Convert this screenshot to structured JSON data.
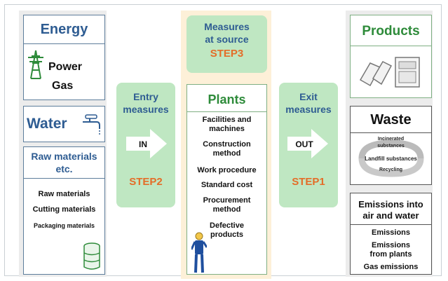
{
  "left": {
    "energy": {
      "title": "Energy",
      "items": [
        "Power",
        "Gas"
      ]
    },
    "water": {
      "title": "Water"
    },
    "raw_materials": {
      "title_line1": "Raw materials",
      "title_line2": "etc.",
      "items": [
        "Raw materials",
        "Cutting materials",
        "Packaging materials"
      ]
    }
  },
  "entry": {
    "label_line1": "Entry",
    "label_line2": "measures",
    "arrow_text": "IN",
    "step": "STEP2"
  },
  "center": {
    "measures_line1": "Measures",
    "measures_line2": "at source",
    "step": "STEP3",
    "plants_title": "Plants",
    "items": [
      [
        "Facilities and",
        "machines"
      ],
      [
        "Construction",
        "method"
      ],
      [
        "Work procedure"
      ],
      [
        "Standard cost"
      ],
      [
        "Procurement",
        "method"
      ],
      [
        "Defective",
        "products"
      ]
    ]
  },
  "exit": {
    "label_line1": "Exit",
    "label_line2": "measures",
    "arrow_text": "OUT",
    "step": "STEP1"
  },
  "right": {
    "products_title": "Products",
    "waste": {
      "title": "Waste",
      "items": [
        "Incinerated",
        "substances",
        "Landfill substances",
        "Recycling"
      ]
    },
    "emissions": {
      "title_line1": "Emissions into",
      "title_line2": "air and water",
      "items": [
        "Emissions",
        "Emissions",
        "from plants",
        "Gas emissions"
      ]
    }
  },
  "colors": {
    "accent_blue": "#2e5c92",
    "accent_green": "#2e8b3a",
    "step_orange": "#e46d28",
    "panel_green": "#bfe7c2"
  }
}
